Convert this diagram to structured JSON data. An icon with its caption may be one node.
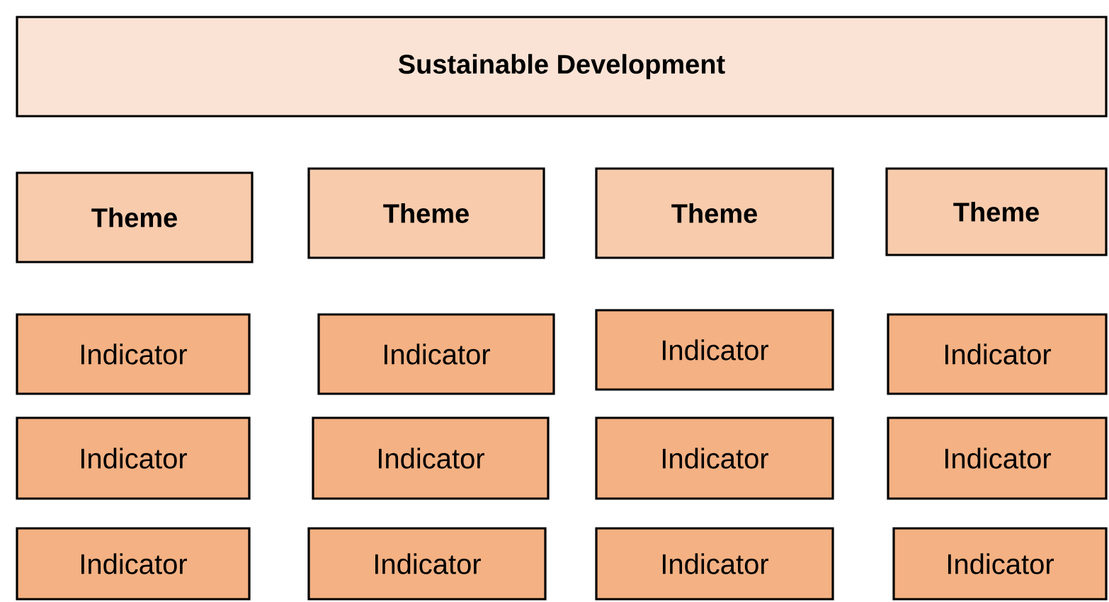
{
  "diagram": {
    "nodes": [
      {
        "text": [
          "Sustainable Development"
        ]
      },
      {
        "text": [
          "Theme"
        ]
      },
      {
        "text": [
          "Theme"
        ]
      },
      {
        "text": [
          "Theme"
        ]
      },
      {
        "text": [
          "Theme"
        ]
      },
      {
        "text": [
          "Indicator"
        ]
      },
      {
        "text": [
          "Indicator"
        ]
      },
      {
        "text": [
          "Indicator"
        ]
      },
      {
        "text": [
          "Indicator"
        ]
      },
      {
        "text": [
          "Indicator"
        ]
      },
      {
        "text": [
          "Indicator"
        ]
      },
      {
        "text": [
          "Indicator"
        ]
      },
      {
        "text": [
          "Indicator"
        ]
      },
      {
        "text": [
          "Indicator"
        ]
      },
      {
        "text": [
          "Indicator"
        ]
      },
      {
        "text": [
          "Indicator"
        ]
      },
      {
        "text": [
          "Indicator"
        ]
      }
    ]
  }
}
